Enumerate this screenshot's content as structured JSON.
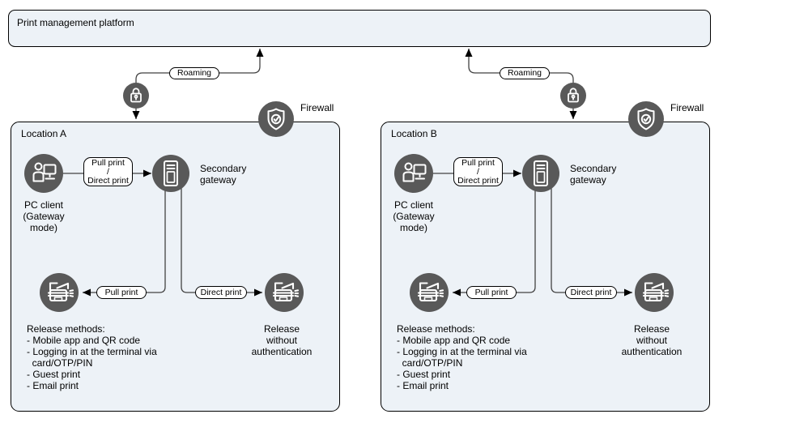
{
  "platform": {
    "title": "Print management platform"
  },
  "firewall_label": "Firewall",
  "connectors": {
    "roaming": "Roaming",
    "pull_or_direct": "Pull print\n/\nDirect print",
    "pull": "Pull print",
    "direct": "Direct print"
  },
  "locations": [
    {
      "title": "Location A",
      "pc_client": "PC client\n(Gateway\nmode)",
      "gateway": "Secondary\ngateway",
      "release_methods": "Release methods:\n- Mobile app and QR code\n- Logging in at the terminal via\n  card/OTP/PIN\n- Guest print\n- Email print",
      "release_without_auth": "Release\nwithout\nauthentication"
    },
    {
      "title": "Location B",
      "pc_client": "PC client\n(Gateway\nmode)",
      "gateway": "Secondary\ngateway",
      "release_methods": "Release methods:\n- Mobile app and QR code\n- Logging in at the terminal via\n  card/OTP/PIN\n- Guest print\n- Email print",
      "release_without_auth": "Release\nwithout\nauthentication"
    }
  ],
  "colors": {
    "box_fill": "#edf2f7",
    "box_border": "#000000",
    "icon_circle": "#595959",
    "connector_line": "#424242",
    "label_fill": "#ffffff",
    "text": "#000000"
  }
}
